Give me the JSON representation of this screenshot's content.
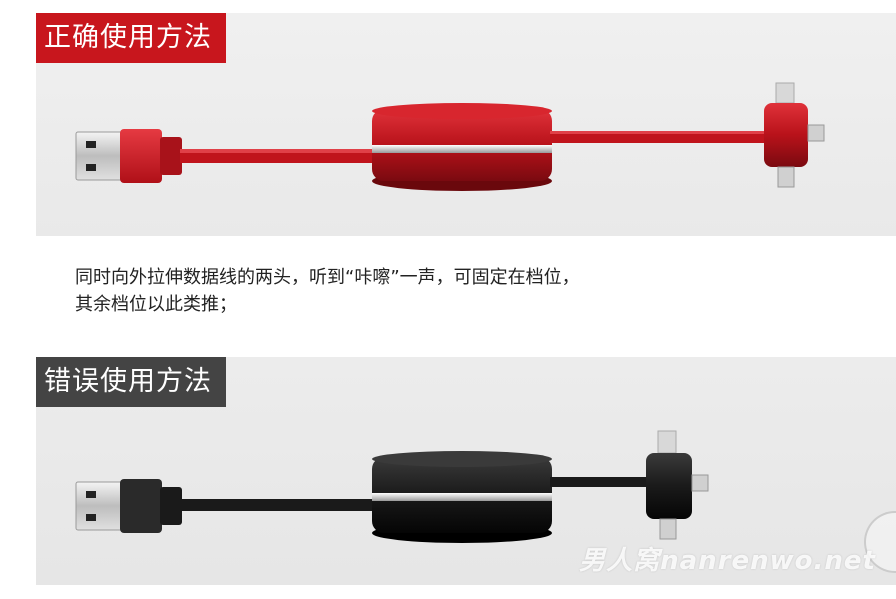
{
  "correct_section": {
    "title": "正确使用方法",
    "colors": {
      "badge": "#c8161d",
      "cable": "#c0141c"
    }
  },
  "description": {
    "line1": "同时向外拉伸数据线的两头，听到“咔嚓”一声，可固定在档位，",
    "line2": "其余档位以此类推；"
  },
  "wrong_section": {
    "title": "错误使用方法",
    "colors": {
      "badge": "#444444",
      "cable": "#1a1a1a"
    }
  },
  "watermark": "男人窝nanrenwo.net"
}
